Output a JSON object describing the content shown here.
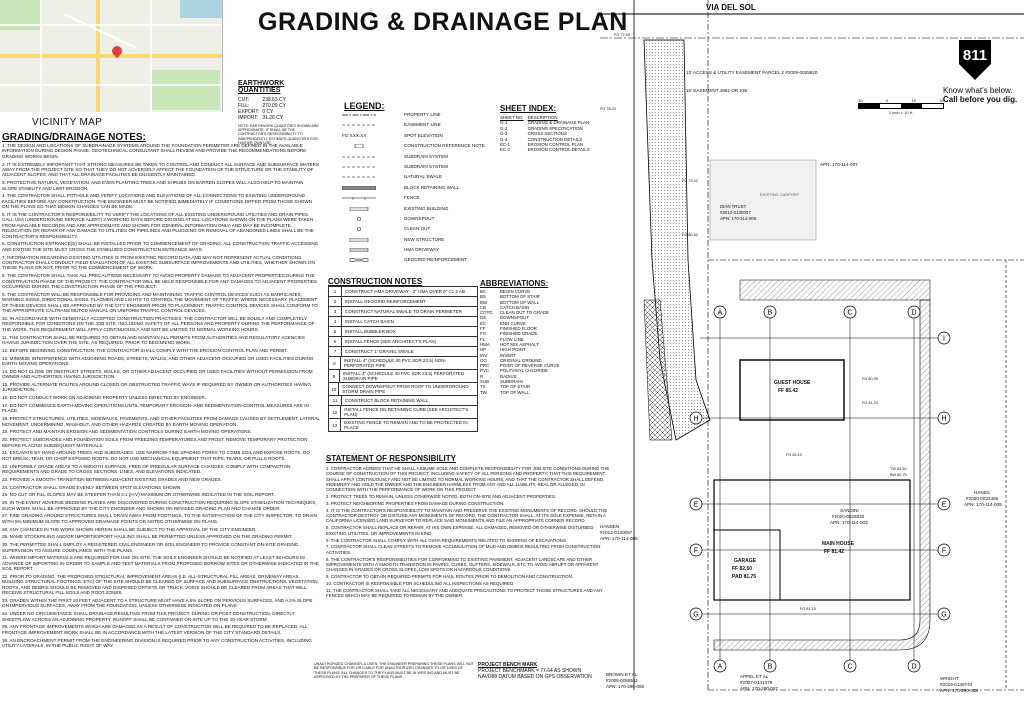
{
  "title": "GRADING & DRAINAGE PLAN",
  "vicinity_label": "VICINITY MAP",
  "earthwork": {
    "heading": "EARTHWORK QUANTITIES",
    "rows": [
      {
        "label": "CUT:",
        "value": "238.63 CY"
      },
      {
        "label": "FILL:",
        "value": "270.09 CY"
      },
      {
        "label": "EXPORT:",
        "value": "0 CY"
      },
      {
        "label": "IMPORT:",
        "value": "31.26 CY"
      }
    ],
    "note": "NOTE: EARTHWORK QUANTITIES SHOWN ARE APPROXIMATE. IT SHALL BE THE CONTRACTOR'S RESPONSIBILITY TO INDEPENDENTLY ESTIMATE QUANTITIES FOR HIS/HER OWN USE."
  },
  "legend": {
    "heading": "LEGEND:",
    "items": [
      {
        "label": "PROPERTY LINE",
        "sym": "dash-dot"
      },
      {
        "label": "EASEMENT LINE",
        "sym": "dash"
      },
      {
        "label": "SPOT ELEVATION",
        "sym": "text",
        "text": "FG XXX.XX"
      },
      {
        "label": "CONSTRUCTION REFERENCE NOTE",
        "sym": "box"
      },
      {
        "label": "SUBDRAIN SYSTEM",
        "sym": "dash"
      },
      {
        "label": "SUBDRAIN SYSTEM",
        "sym": "dash"
      },
      {
        "label": "NATURAL SWALE",
        "sym": "dash"
      },
      {
        "label": "BLOCK RETAINING WALL",
        "sym": "solid"
      },
      {
        "label": "FENCE",
        "sym": "xline"
      },
      {
        "label": "EXISTING BUILDING",
        "sym": "hatchbox"
      },
      {
        "label": "DOWNSPOUT",
        "sym": "circle"
      },
      {
        "label": "CLEAN OUT",
        "sym": "circle"
      },
      {
        "label": "NEW STRUCTURE",
        "sym": "hatchbox"
      },
      {
        "label": "HMA DRIVEWAY",
        "sym": "dots"
      },
      {
        "label": "GEOGRID REINFORCEMENT",
        "sym": "cross"
      }
    ]
  },
  "sheet_index": {
    "heading": "SHEET INDEX:",
    "col1": "SHEET NO.",
    "col2": "DESCRIPTION",
    "rows": [
      {
        "no": "G-1",
        "desc": "GRADING & DRAINAGE PLAN"
      },
      {
        "no": "G-2",
        "desc": "GRADING SPECIFICATION"
      },
      {
        "no": "G-3",
        "desc": "CROSS SECTIONS"
      },
      {
        "no": "G-4",
        "desc": "CONSTRUCTION DETAILS"
      },
      {
        "no": "EC-1",
        "desc": "EROSION CONTROL PLAN"
      },
      {
        "no": "EC-2",
        "desc": "EROSION CONTROL DETAILS"
      }
    ]
  },
  "notes_heading": "GRADING/DRAINAGE NOTES:",
  "notes": [
    "1. THE DESIGN AND LOCATIONS OF SUBDRAINAGE SYSTEMS AROUND THE FOUNDATION PERIMETER ARE DEFINED IN THE AVAILABLE INFORMATION DURING DESIGN PHASE. GEOTECHNICAL CONSULTANT SHALL REVIEW AND PROVIDE THE RECOMMENDATIONS BEFORE GRADING WORKS BEGIN.",
    "2. IT IS EXTREMELY IMPORTANT THAT STRONG MEASURES BE TAKEN TO CONTROL AND CONDUCT ALL SURFACE AND SUBSURFACE WATERS AWAY FROM THE PROJECT SITE SO THAT THEY DO NOT ADVERSELY AFFECT THE FOUNDATION OF THE STRUCTURE OR THE STABILITY OF ADJACENT SLOPES, AND THAT ALL DRAINAGE FACILITIES BE DILIGENTLY MAINTAINED.",
    "3. PROTECTIVE NATURAL VEGETATION, AND EVEN PLANTING TREES AND SHRUBS ON BARREN SLOPES WILL ALSO HELP TO MAINTAIN SLOPE STABILITY AND LIMIT EROSION.",
    "4. THE CONTRACTOR SHALL POTHOLE AND VERIFY LOCATIONS AND ELEVATIONS OF ALL CONNECTIONS TO EXISTING UNDERGROUND FACILITIES BEFORE ANY CONSTRUCTION. THE ENGINEER MUST BE NOTIFIED IMMEDIATELY IF CONDITIONS DIFFER FROM THOSE SHOWN ON THE PLANS SO THAT DESIGN CHANGES CAN BE MADE.",
    "5. IT IS THE CONTRACTOR'S RESPONSIBILITY TO VERIFY THE LOCATIONS OF ALL EXISTING UNDERGROUND UTILITIES AND DRAIN PIPES. CALL USA (UNDERGROUND SERVICE ALERT) 2 WORKING DAYS BEFORE DIGGING AT 811. LOCATIONS SHOWN ON THE PLANS WERE TAKEN FROM AVAILABLE RECORDS AND ARE APPROXIMATE AND SHOWN FOR GENERAL INFORMATION ONLY, AND MAY BE INCOMPLETE. RELOCATION OR REPAIR OF ANY DAMAGE TO UTILITIES OR PIPELINES AND PLUGGING OR REMOVAL OF ABANDONED LINES SHALL BE THE CONTRACTOR'S RESPONSIBILITY.",
    "6. CONSTRUCTION ENTRANCE(S) SHALL BE INSTALLED PRIOR TO COMMENCEMENT OF GRADING. ALL CONSTRUCTION TRAFFIC ACCESSING AND EXITING THE SITE MUST CROSS THE STABILIZED CONSTRUCTION ENTRANCE WAYS.",
    "7. INFORMATION REGARDING EXISTING UTILITIES IS FROM EXISTING RECORD DATA AND MAY NOT REPRESENT ACTUAL CONDITIONS. CONTRACTOR SHALL CONDUCT FIELD EVALUATION OF ALL EXISTING SUBSURFACE IMPROVEMENTS AND UTILITIES, WHETHER SHOWN ON THESE PLANS OR NOT, PRIOR TO THE COMMENCEMENT OF WORK.",
    "8. THE CONTRACTOR SHALL TAKE ALL PRECAUTIONS NECESSARY TO AVOID PROPERTY DAMAGE TO ADJACENT PROPERTIES DURING THE CONSTRUCTION PHASE OF THE PROJECT. THE CONTRACTOR WILL BE HELD RESPONSIBLE FOR ANY DAMAGES TO ADJACENT PROPERTIES OCCURRING DURING THE CONSTRUCTION PHASE OF THE PROJECT.",
    "9. THE CONTRACTOR WILL BE RESPONSIBLE FOR PROVIDING AND MAINTAINING TRAFFIC CONTROL DEVICES SUCH AS BARRICADES, WARNING SIGNS, DIRECTIONAL SIGNS, FLAGMEN AND LIGHTS TO CONTROL THE MOVEMENT OF TRAFFIC WHERE NECESSARY. PLACEMENT OF THESE DEVICES SHALL BE APPROVED BY THE CITY ENGINEER PRIOR TO PLACEMENT. TRAFFIC CONTROL DEVICES SHALL CONFORM TO THE APPROPRIATE CALTRANS MUTCD MANUAL ON UNIFORM TRAFFIC CONTROL DEVICES.",
    "10. IN ACCORDANCE WITH GENERALLY ACCEPTED CONSTRUCTION PRACTICES, THE CONTRACTOR WILL BE SOLELY AND COMPLETELY RESPONSIBLE FOR CONDITIONS ON THE JOB SITE, INCLUDING SAFETY OF ALL PERSONS AND PROPERTY DURING THE PERFORMANCE OF THE WORK. THIS REQUIREMENT WILL APPLY CONTINUOUSLY AND NOT BE LIMITED TO NORMAL WORKING HOURS.",
    "11. THE CONTRACTOR SHALL BE REQUIRED TO OBTAIN AND MAINTAIN ALL PERMITS FROM AUTHORITIES AND REGULATORY AGENCIES HAVING JURISDICTION OVER THE SITE, AS REQUIRED, PRIOR TO BEGINNING WORK.",
    "12. BEFORE BEGINNING CONSTRUCTION, THE CONTRACTOR SHALL COMPLY WITH THE EROSION CONTROL PLAN AND PERMIT.",
    "13. MINIMIZE INTERFERENCE WITH ADJOINING ROADS, STREETS, WALKS, AND OTHER ADJACENT OCCUPIED OR USED FACILITIES DURING EARTH MOVING OPERATIONS.",
    "14. DO NOT CLOSE OR OBSTRUCT STREETS, WALKS, OR OTHER ADJACENT OCCUPIED OR USED FACILITIES WITHOUT PERMISSION FROM OWNER AND AUTHORITIES HAVING JURISDICTION.",
    "15. PROVIDE ALTERNATE ROUTES AROUND CLOSED OR OBSTRUCTED TRAFFIC WAYS IF REQUIRED BY OWNER OR AUTHORITIES HAVING JURISDICTION.",
    "16. DO NOT CONDUCT WORK ON ADJOINING PROPERTY UNLESS DIRECTED BY ENGINEER.",
    "17. DO NOT COMMENCE EARTH-MOVING OPERATIONS UNTIL TEMPORARY EROSION- AND SEDIMENTATION-CONTROL MEASURES ARE IN PLACE.",
    "18. PROTECT STRUCTURES, UTILITIES, SIDEWALKS, PAVEMENTS, AND OTHER FACILITIES FROM DAMAGE CAUSED BY SETTLEMENT, LATERAL MOVEMENT, UNDERMINING, WASHOUT, AND OTHER HAZARDS CREATED BY EARTH MOVING OPERATION.",
    "19. PROTECT AND MAINTAIN EROSION AND SEDIMENTATION CONTROLS DURING EARTH MOVING OPERATIONS.",
    "20. PROTECT SUBGRADES AND FOUNDATION SOILS FROM FREEZING TEMPERATURES AND FROST. REMOVE TEMPORARY PROTECTION BEFORE PLACING SUBSEQUENT MATERIALS.",
    "21. EXCAVATE BY HAND AROUND TREES AND SUBGRADES. USE NARROW-TINE SPADING FORKS TO COMB SOIL AND EXPOSE ROOTS. DO NOT BREAK, TEAR, OR CHOP EXPOSED ROOTS. DO NOT USE MECHANICAL EQUIPMENT THAT RIPS, TEARS, OR PULLS ROOTS.",
    "22. UNIFORMLY GRADE AREAS TO A SMOOTH SURFACE, FREE OF IRREGULAR SURFACE CHANGES. COMPLY WITH COMPACTION REQUIREMENTS AND GRADE TO CROSS SECTIONS, LINES, AND ELEVATIONS INDICATED.",
    "23. PROVIDE A SMOOTH TRANSITION BETWEEN ADJACENT EXISTING GRADES AND NEW GRADES.",
    "24. CONTRACTOR SHALL GRADE EVENLY BETWEEN SPOT ELEVATIONS SHOWN.",
    "25. NO CUT OR FILL SLOPES MAY BE STEEPER THAN 2:1 (H:V) MAXIMUM OR OTHERWISE INDICATED IN THE SOIL REPORT.",
    "26. IN THE EVENT ADVERSE BEDDING PLANES ARE DISCOVERED DURING CONSTRUCTION REQUIRING SLOPE STABILIZATION TECHNIQUES, SUCH WORK SHALL BE APPROVED BY THE CITY ENGINEER AND SHOWN ON REVISED GRADING PLAN AND CHANGE ORDER.",
    "27. FINE GRADING AROUND STRUCTURES SHALL DRAIN AWAY FROM FOOTINGS, TO THE SATISFACTION OF THE CITY INSPECTOR. TO DRAIN WITH 5% MINIMUM SLOPE TO APPROVED DRAINAGE POINTS OR NOTED OTHERWISE ON PLANS.",
    "28. ANY CHANGES IN THE WORK SHOWN HEREIN SHALL BE SUBJECT TO THE APPROVAL OF THE CITY ENGINEER.",
    "29. NAME STOCKPILING AND/OR IMPORT/EXPORT HAULING SHALL BE PERMITTED UNLESS APPROVED ON THE GRADING PERMIT.",
    "30. THE PERMITTEE SHALL EMPLOY A REGISTERED CIVIL ENGINEER OR SOIL ENGINEER TO PROVIDE CONSTANT ON-SITE GRADING SUPERVISION TO ASSURE COMPLIANCE WITH THE PLANS.",
    "31. WHERE IMPORT MATERIALS ARE REQUIRED FOR USE ON SITE, THE SOILS ENGINEER SHOULD BE NOTIFIED AT LEAST 48 HOURS IN ADVANCE OF IMPORTING IN ORDER TO SAMPLE AND TEST MATERIALS FROM PROPOSED BORROW SITES OR OTHERWISE INDICATED IN THE SOIL REPORT.",
    "32. PRIOR TO GRADING, THE PROPOSED STRUCTURAL IMPROVEMENT AREAS (I.E. ALL-STRUCTURAL FILL AREAS, DRIVEWAY AREAS, BUILDING STRUCTURAL FOOTINGS, ETC) OF THE SITE SHOULD BE CLEARED OF SURFACE AND SUBSURFACE OBSTRUCTIONS, VEGETATION, ROOTS, AND DEBRIS SHOULD BE REMOVED AND DISPOSED OFFSITE OR TRUCK. VOIDS SHOULD BE CLEARED FROM AREAS THAT WILL RECEIVE STRUCTURAL FILL SOILS AND ROOT ZONES.",
    "33. GRADES WITHIN THE FIRST 10 FEET ADJACENT TO A STRUCTURE MUST HAVE A 5% SLOPE ON PERVIOUS SURFACES, AND A 2% SLOPE ON IMPERVIOUS SURFACES, AWAY FROM THE FOUNDATION, UNLESS OTHERWISE INDICATED ON PLANS.",
    "34. UNDER NO CIRCUMSTANCE SHALL DRAINAGE RESULTING FROM THIS PROJECT, DURING OR POST CONSTRUCTION, DIRECTLY SHEETFLOW ACROSS AN ADJOINING PROPERTY. RUNOFF SHALL BE CONTAINED ON-SITE UP TO THE 10-YEAR STORM.",
    "35. ANY FRONTAGE IMPROVEMENTS WHICH ARE DAMAGED AS A RESULT OF CONSTRUCTION WILL BE REQUIRED TO BE REPLACED. ALL FRONTAGE IMPROVEMENT WORK SHALL BE IN ACCORDANCE WITH THE LATEST VERSION OF THE CITY STANDARD DETAILS.",
    "36. AN ENCROACHMENT PERMIT FROM THE ENGINEERING DIVISION IS REQUIRED PRIOR TO ANY CONSTRUCTION ACTIVITIES, INCLUDING UTILITY LATERALS, IN THE PUBLIC RIGHT OF WAY."
  ],
  "construction_notes": {
    "heading": "CONSTRUCTION NOTES",
    "items": [
      "CONSTRUCT HMA DRIVEWAY - 3\" HMA OVER 6\" CL 2 AB",
      "INSTALL GEOGRID REINFORCEMENT",
      "CONSTRUCT NATURAL SWALE TO DRAIN PERIMETER",
      "INSTALL CATCH BASIN",
      "INSTALL BUBBLER BOX",
      "INSTALL FENCE (SEE ARCHITECT'S PLAN)",
      "CONSTRUCT 1' GRAVEL SWALE",
      "INSTALL 4\" (SCHEDULE 40 PVC SDR 23.5) NON-PERFORATED PIPE",
      "INSTALL 4\" (SCHEDULE 40 PVC SDR 23.5) PERFORATED SUBDRAIN PIPE",
      "CONNECT DOWNSPOUT FROM ROOF TO UNDERGROUND STORM DRAIN PIPE",
      "CONSTRUCT BLOCK RETAINING WALL",
      "INSTALL FENCE ON RETAINING CURB (SEE ARCHITECT'S PLAN)",
      "EXISTING FENCE TO REMAIN AND TO BE PROTECTED IN PLACE"
    ]
  },
  "abbreviations": {
    "heading": "ABBREVIATIONS:",
    "items": [
      {
        "a": "BC",
        "d": "BEGIN CURVE"
      },
      {
        "a": "BS",
        "d": "BOTTOM OF STAIR"
      },
      {
        "a": "BW",
        "d": "BOTTOM OF WALL"
      },
      {
        "a": "CB",
        "d": "CATCH BASIN"
      },
      {
        "a": "COTG",
        "d": "CLEAN OUT TO GRADE"
      },
      {
        "a": "DS",
        "d": "DOWNSPOUT"
      },
      {
        "a": "EC",
        "d": "END CURVE"
      },
      {
        "a": "FF",
        "d": "FINISHED FLOOR"
      },
      {
        "a": "FG",
        "d": "FINISHED GRADE"
      },
      {
        "a": "FL",
        "d": "FLOW LINE"
      },
      {
        "a": "HMA",
        "d": "HOT MIX ASPHALT"
      },
      {
        "a": "HP",
        "d": "HIGH POINT"
      },
      {
        "a": "INV",
        "d": "INVERT"
      },
      {
        "a": "OG",
        "d": "ORIGINAL GROUND"
      },
      {
        "a": "PRC",
        "d": "POINT OF REVERSE CURVE"
      },
      {
        "a": "PVC",
        "d": "POLYVINYL CHLORIDE"
      },
      {
        "a": "R",
        "d": "RADIUS"
      },
      {
        "a": "SUB",
        "d": "SUBDRAIN"
      },
      {
        "a": "TS",
        "d": "TOP OF STAIR"
      },
      {
        "a": "TW",
        "d": "TOP OF WALL"
      }
    ]
  },
  "statement": {
    "heading": "STATEMENT OF RESPONSIBILITY",
    "items": [
      "1. CONTRACTOR AGREES THAT HE SHALL ASSUME SOLE AND COMPLETE RESPONSIBILITY FOR JOB SITE CONDITIONS DURING THE COURSE OF CONSTRUCTION OF THIS PROJECT, INCLUDING SAFETY OF ALL PERSONS AND PROPERTY; THAT THIS REQUIREMENT SHALL APPLY CONTINUOUSLY AND NOT BE LIMITED TO NORMAL WORKING HOURS; AND THAT THE CONTRACTOR SHALL DEFEND, INDEMNIFY AND HOLD THE OWNER AND THE ENGINEER HARMLESS FROM ANY AND ALL LIABILITY, REAL OR ALLEGED, IN CONNECTION WITH THE PERFORMANCE OF WORK ON THIS PROJECT.",
      "2. PROTECT TREES TO REMAIN, UNLESS OTHERWISE NOTED, BOTH ON-SITE AND ADJACENT PROPERTIES.",
      "3. PROTECT NEIGHBORING PROPERTIES FROM DAMAGE DURING CONSTRUCTION.",
      "4. IT IS THE CONTRACTOR'S RESPONSIBILITY TO MAINTAIN AND PRESERVE THE EXISTING MONUMENTS OF RECORD. SHOULD THE CONTRACTOR DESTROY OR DISTURB ANY MONUMENTS OF RECORD, THE CONTRACTOR SHALL, AT ITS SOLE EXPENSE, RETAIN A CALIFORNIA LICENSED LAND SURVEYOR TO REPLACE SAID MONUMENTS AND FILE AN APPROPRIATE CORNER RECORD.",
      "5. CONTRACTOR SHALL REPLACE OR REPAIR, AT HIS OWN EXPENSE, ALL DAMAGED, REMOVED OR OTHERWISE DISTURBED EXISTING UTILITIES, OR IMPROVEMENTS IN KIND.",
      "6. THE CONTRACTOR SHALL COMPLY WITH ALL OSHA REQUIREMENTS RELATED TO SHORING OF EXCAVATIONS.",
      "7. CONTRACTOR SHALL CLEAN STREETS TO REMOVE ACCUMULATION OF MUD AND DEBRIS RESULTING FROM CONSTRUCTION ACTIVITIES.",
      "8. THE CONTRACTOR'S RESPONSIBILITIES FOR CONFORMING TO EXISTING PAVEMENT, ADJACENT LANDSCAPE AND OTHER IMPROVEMENTS WITH A SMOOTH TRANSITION IN PAVING, CURBS, GUTTERS, SIDEWALK, ETC TO AVOID ABRUPT OR APPARENT CHANGES IN GRADES OR CROSS SLOPES, LOW SPOTS OR HAZARDOUS CONDITIONS.",
      "9. CONTRACTOR TO OBTAIN REQUIRED PERMITS FOR HAUL ROUTES PRIOR TO DEMOLITION AND CONSTRUCTION.",
      "10. CONTRACTOR IS RESPONSIBLE FOR SCHEDULING ALL INSPECTIONS AS REQUIRED.",
      "11. THE CONTRACTOR SHALL TAKE ALL NECESSARY AND ADEQUATE PRECAUTIONS TO PROTECT THOSE STRUCTURES AND ANY FENCES WHICH MAY BE REQUIRED TO REMAIN BY THE OWNER."
    ]
  },
  "footer_note": "UNAUTHORIZED CHANGES & USES: THE ENGINEER PREPARING THESE PLANS WILL NOT BE RESPONSIBLE FOR OR LIABLE FOR UNAUTHORIZED CHANGES TO OR USES OF THESE PLANS. ALL CHANGES TO THE PLANS MUST BE IN WRITING AND MUST BE APPROVED BY THE PREPARER OF THESE PLANS.",
  "benchmark": {
    "heading": "PROJECT BENCH MARK",
    "line1": "PROJECT BENCHMARK = 77.64 AS SHOWN",
    "line2": "NAVD88 DATUM BASED ON GPS OBSERVATION"
  },
  "plan": {
    "street": "VIA DEL SOL",
    "easement1": "12' ACCESS & UTILITY EASEMENT PARCEL 2 #2008-0025820",
    "easement2": "15' EASEMENT 4982 OR 238",
    "apn_top": "APN: 170-114-007",
    "trust_name": "DIAN TRUST",
    "trust_doc": "#2012-0130007",
    "trust_apn": "APN: 170-114-006",
    "guest_house": "GUEST HOUSE",
    "guest_ff": "FF 85.42",
    "main_house": "MAIN HOUSE",
    "main_ff": "FF 81.42",
    "garage": "GARAGE",
    "garage_ff": "FF 82.50",
    "garage_pad": "PAD 81.75",
    "sandini": "SANDINI",
    "sandini_doc": "#2020-0025820",
    "sandini_apn": "APN: 170-114-003",
    "hansen": "HANSEN",
    "hansen_doc": "#2012-0130087",
    "hansen_apn": "APN: 170-114-005",
    "hanes": "HANES",
    "hanes_doc": "#2000-0032465",
    "hanes_apn": "APN: 170-114-009",
    "brown": "BROWN ET AL",
    "brown_doc": "#2006-0058511",
    "brown_apn": "APN: 170-290-056",
    "appel": "APPEL ET AL",
    "appel_doc": "#2007-0341379",
    "appel_apn": "APN: 170-290-057",
    "wright": "WRIGHT",
    "wright_doc": "#2016-0136744",
    "wright_apn": "APN: 170-290-058",
    "existing_carport": "EXISTING CARPORT",
    "section_letters": [
      "A",
      "B",
      "C",
      "D",
      "H",
      "I",
      "E",
      "F",
      "G"
    ],
    "scale_label": "1 inch = 10 ft.",
    "scale_ticks": [
      "10",
      "0",
      "10",
      "20"
    ],
    "know": "Know what's below.",
    "call": "Call before you dig.",
    "logo811": "811",
    "spot1": "FG 77.50",
    "spot2": "FG 78.23",
    "spot3": "FG 79.42",
    "spot4": "FG 80.62",
    "spot5": "FG 80.95",
    "spot6": "FG 81.24",
    "spot7": "TW 83.50",
    "spot8": "BW 80.75",
    "spot9": "FG 82.10",
    "spot10": "FG 81.15"
  }
}
